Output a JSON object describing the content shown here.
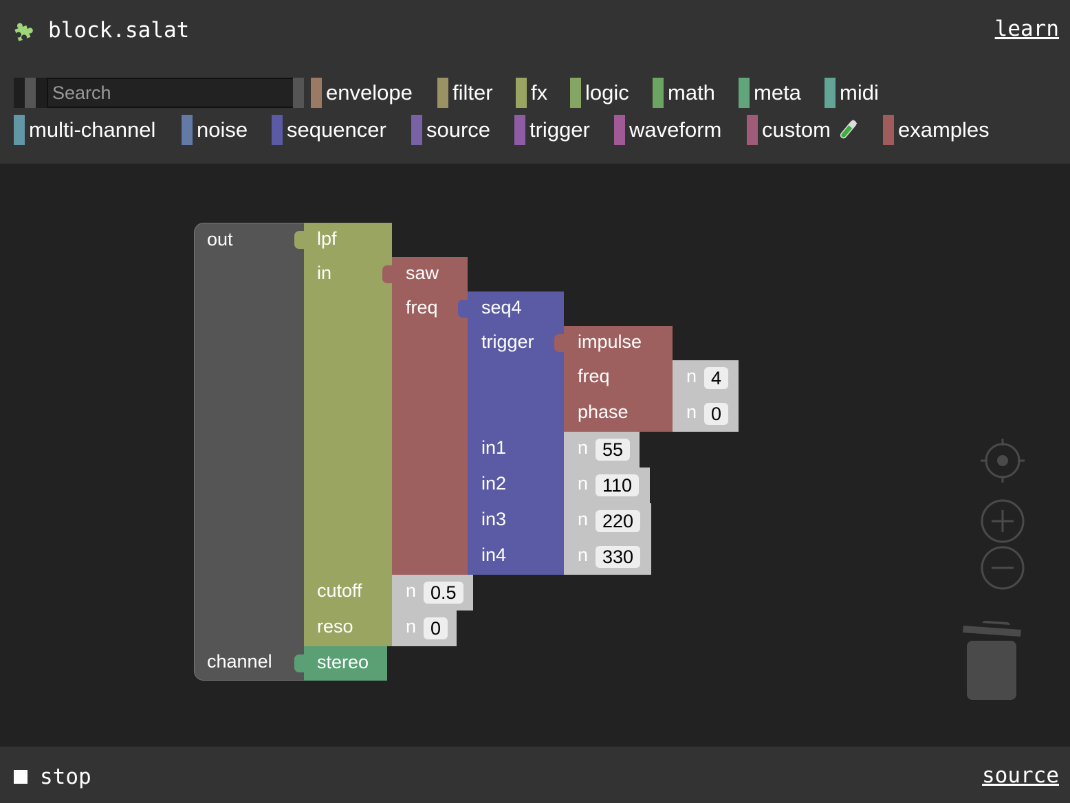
{
  "header": {
    "title": "block.salat",
    "learn_link": "learn"
  },
  "search": {
    "placeholder": "Search"
  },
  "categories": [
    {
      "label": "envelope",
      "color": "#9a7a62"
    },
    {
      "label": "filter",
      "color": "#9a9262"
    },
    {
      "label": "fx",
      "color": "#9aa562"
    },
    {
      "label": "logic",
      "color": "#86a562"
    },
    {
      "label": "math",
      "color": "#6ba562"
    },
    {
      "label": "meta",
      "color": "#62a57a"
    },
    {
      "label": "midi",
      "color": "#62a596"
    },
    {
      "label": "multi-channel",
      "color": "#6297a5"
    },
    {
      "label": "noise",
      "color": "#627aa5"
    },
    {
      "label": "sequencer",
      "color": "#5b5ba5"
    },
    {
      "label": "source",
      "color": "#7862a5"
    },
    {
      "label": "trigger",
      "color": "#8e5ba5"
    },
    {
      "label": "waveform",
      "color": "#a05b96"
    },
    {
      "label": "custom",
      "color": "#a05b78"
    },
    {
      "label": "examples",
      "color": "#a05b5b"
    }
  ],
  "blocks": {
    "out": {
      "label": "out",
      "channel": "channel"
    },
    "lpf": {
      "label": "lpf",
      "in": "in",
      "cutoff": "cutoff",
      "reso": "reso"
    },
    "stereo": {
      "label": "stereo"
    },
    "saw": {
      "label": "saw",
      "freq": "freq"
    },
    "seq4": {
      "label": "seq4",
      "trigger": "trigger",
      "in1": "in1",
      "in2": "in2",
      "in3": "in3",
      "in4": "in4"
    },
    "impulse": {
      "label": "impulse",
      "freq": "freq",
      "phase": "phase"
    },
    "numbers": [
      {
        "n": "n",
        "value": "4"
      },
      {
        "n": "n",
        "value": "0"
      },
      {
        "n": "n",
        "value": "55"
      },
      {
        "n": "n",
        "value": "110"
      },
      {
        "n": "n",
        "value": "220"
      },
      {
        "n": "n",
        "value": "330"
      },
      {
        "n": "n",
        "value": "0.5"
      },
      {
        "n": "n",
        "value": "0"
      }
    ]
  },
  "footer": {
    "stop_label": "stop",
    "source_link": "source"
  }
}
